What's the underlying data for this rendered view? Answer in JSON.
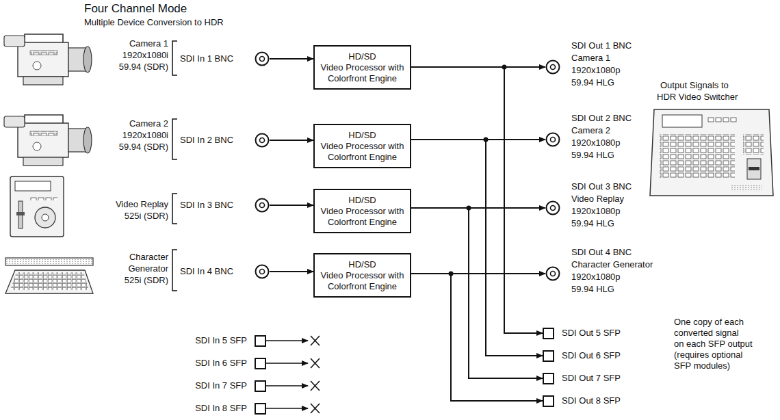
{
  "diagram": {
    "title": "Four Channel Mode",
    "nodes": [
      {
        "text": [
          "SDI In 1 BNC"
        ]
      },
      {
        "text": [
          "HD/SD",
          "Video Processor with Colorfront Engine"
        ]
      },
      {
        "text": [
          "SDI Out 1 BNC",
          "Camera 1",
          "1920x1080p",
          "59.94 HLG"
        ]
      },
      {
        "text": [
          "SDI In 2 BNC"
        ]
      },
      {
        "text": [
          "HD/SD",
          "Video Processor with Colorfront Engine"
        ]
      },
      {
        "text": [
          "SDI Out 2 BNC",
          "Camera 2",
          "1920x1080p",
          "59.94 HLG"
        ]
      },
      {
        "text": [
          "SDI In 3 BNC"
        ]
      },
      {
        "text": [
          "HD/SD",
          "Video Processor with Colorfront Engine"
        ]
      },
      {
        "text": [
          "SDI Out 3 BNC",
          "Video Replay",
          "1920x1080p",
          "59.94 HLG"
        ]
      },
      {
        "text": [
          "SDI In 4 BNC"
        ]
      },
      {
        "text": [
          "HD/SD",
          "Video Processor with Colorfront Engine"
        ]
      },
      {
        "text": [
          "SDI Out 4 BNC",
          "Character Generator",
          "1920x1080p",
          "59.94 HLG"
        ]
      },
      {
        "text": [
          "SDI In 5 SFP"
        ]
      },
      {
        "text": [
          "SDI In 6 SFP"
        ]
      },
      {
        "text": [
          "SDI In 7 SFP"
        ]
      },
      {
        "text": [
          "SDI In 8 SFP"
        ]
      },
      {
        "text": [
          "SDI Out 5 SFP"
        ]
      },
      {
        "text": [
          "SDI Out 6 SFP"
        ]
      },
      {
        "text": [
          "SDI Out 7 SFP"
        ]
      },
      {
        "text": [
          "SDI Out 8 SFP"
        ]
      }
    ],
    "edges": [
      {
        "from": 0,
        "to": 1,
        "arrow": "to"
      },
      {
        "from": 1,
        "to": 2,
        "arrow": "to"
      },
      {
        "from": 1,
        "to": 16,
        "arrow": "to"
      },
      {
        "from": 3,
        "to": 4,
        "arrow": "to"
      },
      {
        "from": 4,
        "to": 5,
        "arrow": "to"
      },
      {
        "from": 4,
        "to": 17,
        "arrow": "to"
      },
      {
        "from": 6,
        "to": 7,
        "arrow": "to"
      },
      {
        "from": 7,
        "to": 8,
        "arrow": "to"
      },
      {
        "from": 7,
        "to": 18,
        "arrow": "to"
      },
      {
        "from": 9,
        "to": 10,
        "arrow": "to"
      },
      {
        "from": 10,
        "to": 11,
        "arrow": "to"
      },
      {
        "from": 10,
        "to": 19,
        "arrow": "to"
      }
    ],
    "labels": [
      "Multiple Device Conversion to HDR",
      "Camera 1",
      "1920x1080i",
      "59.94 (SDR)",
      "Camera 2",
      "1920x1080i",
      "59.94 (SDR)",
      "Video Replay",
      "525i (SDR)",
      "Character",
      "Generator",
      "525i (SDR)",
      "Output Signals to",
      "HDR Video Switcher",
      "One copy of each",
      "converted signal",
      "on each SFP output",
      "(requires optional",
      "SFP modules)"
    ]
  }
}
